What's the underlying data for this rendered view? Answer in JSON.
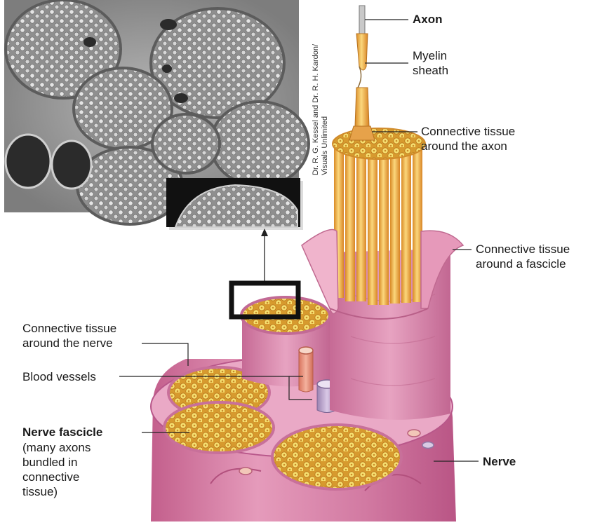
{
  "photo_credit": [
    "Dr. R. G. Kessel and Dr. R. H. Kardon/",
    "Visuals Unlimited"
  ],
  "labels": {
    "axon": "Axon",
    "myelin": [
      "Myelin",
      "sheath"
    ],
    "ct_axon": [
      "Connective tissue",
      "around the axon"
    ],
    "ct_fascicle": [
      "Connective tissue",
      "around a fascicle"
    ],
    "ct_nerve": [
      "Connective tissue",
      "around the nerve"
    ],
    "blood_vessels": "Blood vessels",
    "nerve_fascicle": "Nerve fascicle",
    "nerve_fascicle_desc": [
      "(many axons",
      "bundled in",
      "connective",
      "tissue)"
    ],
    "nerve": "Nerve"
  },
  "colors": {
    "outer_pink": "#d77ca3",
    "inner_pink": "#e8a2c0",
    "axon_orange": "#e8a53a",
    "axon_yellow": "#f5cf62",
    "artery": "#e8907a",
    "vein": "#b9a3c9",
    "sem_gray": "#9a9a9a",
    "leader": "#222222"
  }
}
